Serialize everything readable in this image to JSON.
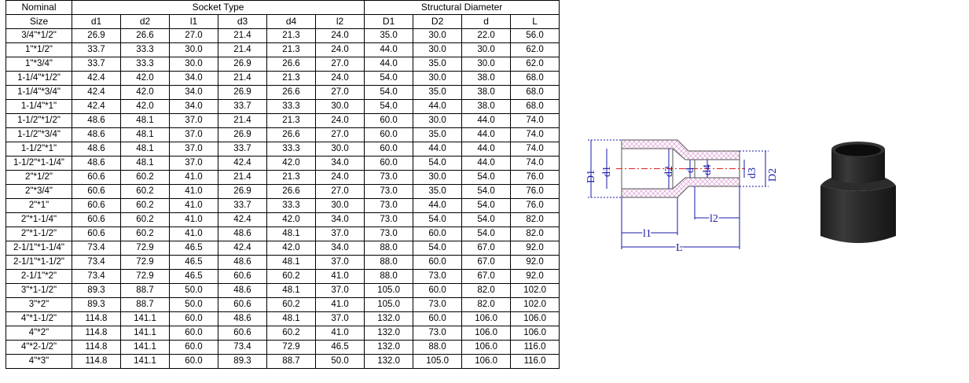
{
  "table": {
    "header_top": {
      "nominal": "Nominal",
      "socket_type": "Socket Type",
      "structural_diameter": "Structural Diameter"
    },
    "columns": [
      "Size",
      "d1",
      "d2",
      "l1",
      "d3",
      "d4",
      "l2",
      "D1",
      "D2",
      "d",
      "L"
    ],
    "rows": [
      [
        "3/4\"*1/2\"",
        "26.9",
        "26.6",
        "27.0",
        "21.4",
        "21.3",
        "24.0",
        "35.0",
        "30.0",
        "22.0",
        "56.0"
      ],
      [
        "1\"*1/2\"",
        "33.7",
        "33.3",
        "30.0",
        "21.4",
        "21.3",
        "24.0",
        "44.0",
        "30.0",
        "30.0",
        "62.0"
      ],
      [
        "1\"*3/4\"",
        "33.7",
        "33.3",
        "30.0",
        "26.9",
        "26.6",
        "27.0",
        "44.0",
        "35.0",
        "30.0",
        "62.0"
      ],
      [
        "1-1/4\"*1/2\"",
        "42.4",
        "42.0",
        "34.0",
        "21.4",
        "21.3",
        "24.0",
        "54.0",
        "30.0",
        "38.0",
        "68.0"
      ],
      [
        "1-1/4\"*3/4\"",
        "42.4",
        "42.0",
        "34.0",
        "26.9",
        "26.6",
        "27.0",
        "54.0",
        "35.0",
        "38.0",
        "68.0"
      ],
      [
        "1-1/4\"*1\"",
        "42.4",
        "42.0",
        "34.0",
        "33.7",
        "33.3",
        "30.0",
        "54.0",
        "44.0",
        "38.0",
        "68.0"
      ],
      [
        "1-1/2\"*1/2\"",
        "48.6",
        "48.1",
        "37.0",
        "21.4",
        "21.3",
        "24.0",
        "60.0",
        "30.0",
        "44.0",
        "74.0"
      ],
      [
        "1-1/2\"*3/4\"",
        "48.6",
        "48.1",
        "37.0",
        "26.9",
        "26.6",
        "27.0",
        "60.0",
        "35.0",
        "44.0",
        "74.0"
      ],
      [
        "1-1/2\"*1\"",
        "48.6",
        "48.1",
        "37.0",
        "33.7",
        "33.3",
        "30.0",
        "60.0",
        "44.0",
        "44.0",
        "74.0"
      ],
      [
        "1-1/2\"*1-1/4\"",
        "48.6",
        "48.1",
        "37.0",
        "42.4",
        "42.0",
        "34.0",
        "60.0",
        "54.0",
        "44.0",
        "74.0"
      ],
      [
        "2\"*1/2\"",
        "60.6",
        "60.2",
        "41.0",
        "21.4",
        "21.3",
        "24.0",
        "73.0",
        "30.0",
        "54.0",
        "76.0"
      ],
      [
        "2\"*3/4\"",
        "60.6",
        "60.2",
        "41.0",
        "26.9",
        "26.6",
        "27.0",
        "73.0",
        "35.0",
        "54.0",
        "76.0"
      ],
      [
        "2\"*1\"",
        "60.6",
        "60.2",
        "41.0",
        "33.7",
        "33.3",
        "30.0",
        "73.0",
        "44.0",
        "54.0",
        "76.0"
      ],
      [
        "2\"*1-1/4\"",
        "60.6",
        "60.2",
        "41.0",
        "42.4",
        "42.0",
        "34.0",
        "73.0",
        "54.0",
        "54.0",
        "82.0"
      ],
      [
        "2\"*1-1/2\"",
        "60.6",
        "60.2",
        "41.0",
        "48.6",
        "48.1",
        "37.0",
        "73.0",
        "60.0",
        "54.0",
        "82.0"
      ],
      [
        "2-1/1\"*1-1/4\"",
        "73.4",
        "72.9",
        "46.5",
        "42.4",
        "42.0",
        "34.0",
        "88.0",
        "54.0",
        "67.0",
        "92.0"
      ],
      [
        "2-1/1\"*1-1/2\"",
        "73.4",
        "72.9",
        "46.5",
        "48.6",
        "48.1",
        "37.0",
        "88.0",
        "60.0",
        "67.0",
        "92.0"
      ],
      [
        "2-1/1\"*2\"",
        "73.4",
        "72.9",
        "46.5",
        "60.6",
        "60.2",
        "41.0",
        "88.0",
        "73.0",
        "67.0",
        "92.0"
      ],
      [
        "3\"*1-1/2\"",
        "89.3",
        "88.7",
        "50.0",
        "48.6",
        "48.1",
        "37.0",
        "105.0",
        "60.0",
        "82.0",
        "102.0"
      ],
      [
        "3\"*2\"",
        "89.3",
        "88.7",
        "50.0",
        "60.6",
        "60.2",
        "41.0",
        "105.0",
        "73.0",
        "82.0",
        "102.0"
      ],
      [
        "4\"*1-1/2\"",
        "114.8",
        "141.1",
        "60.0",
        "48.6",
        "48.1",
        "37.0",
        "132.0",
        "60.0",
        "106.0",
        "106.0"
      ],
      [
        "4\"*2\"",
        "114.8",
        "141.1",
        "60.0",
        "60.6",
        "60.2",
        "41.0",
        "132.0",
        "73.0",
        "106.0",
        "106.0"
      ],
      [
        "4\"*2-1/2\"",
        "114.8",
        "141.1",
        "60.0",
        "73.4",
        "72.9",
        "46.5",
        "132.0",
        "88.0",
        "106.0",
        "116.0"
      ],
      [
        "4\"*3\"",
        "114.8",
        "141.1",
        "60.0",
        "89.3",
        "88.7",
        "50.0",
        "132.0",
        "105.0",
        "106.0",
        "116.0"
      ]
    ]
  },
  "diagram": {
    "labels": {
      "D1": "D1",
      "d1": "d1",
      "d2": "d2",
      "d": "d",
      "d4": "d4",
      "d3": "d3",
      "D2": "D2",
      "l1": "l1",
      "l2": "l2",
      "L": "L"
    },
    "colors": {
      "dimension": "#1a1aa8",
      "hatch": "#e0a8d8",
      "centerline": "#e02020"
    }
  },
  "photo": {
    "icon": "pipe-reducer-photo-icon",
    "color": "#2b2b2b"
  }
}
